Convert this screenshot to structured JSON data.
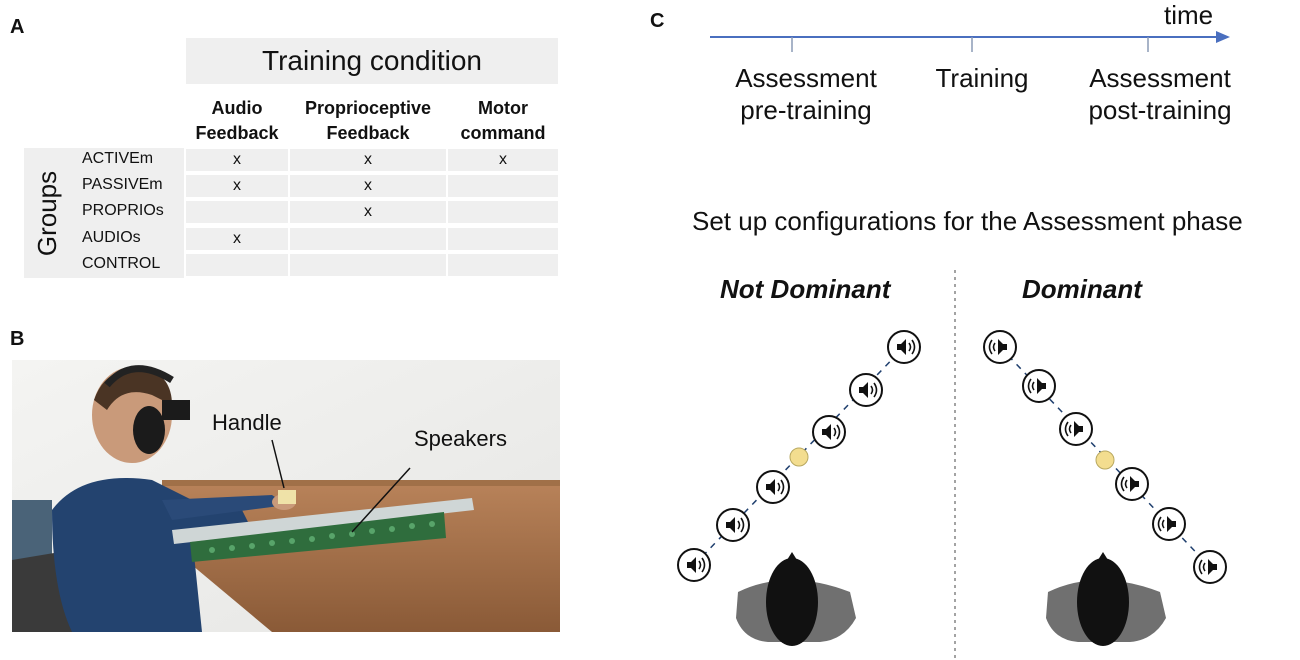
{
  "panel_a": {
    "letter": "A",
    "header": "Training condition",
    "columns": [
      [
        "Audio",
        "Feedback"
      ],
      [
        "Proprioceptive",
        "Feedback"
      ],
      [
        "Motor",
        "command"
      ]
    ],
    "groups_label": "Groups",
    "rows": [
      {
        "name": "ACTIVEm",
        "marks": [
          "x",
          "x",
          "x"
        ]
      },
      {
        "name": "PASSIVEm",
        "marks": [
          "x",
          "x",
          ""
        ]
      },
      {
        "name": "PROPRIOs",
        "marks": [
          "",
          "x",
          ""
        ]
      },
      {
        "name": "AUDIOs",
        "marks": [
          "x",
          "",
          ""
        ]
      },
      {
        "name": "CONTROL",
        "marks": [
          "",
          "",
          ""
        ]
      }
    ]
  },
  "panel_b": {
    "letter": "B",
    "callouts": [
      "Handle",
      "Speakers"
    ]
  },
  "panel_c": {
    "letter": "C",
    "time_label": "time",
    "phases": [
      [
        "Assessment",
        "pre-training"
      ],
      [
        "Training"
      ],
      [
        "Assessment",
        "post-training"
      ]
    ],
    "setup_title": "Set up configurations for the Assessment phase",
    "configs": [
      "Not Dominant",
      "Dominant"
    ],
    "colors": {
      "timeline": "#4a6fbf",
      "handle": "#f3dd8f",
      "dash": "#1f3f6e"
    },
    "icons": [
      "speaker-icon",
      "handle-dot",
      "head-icon"
    ]
  }
}
